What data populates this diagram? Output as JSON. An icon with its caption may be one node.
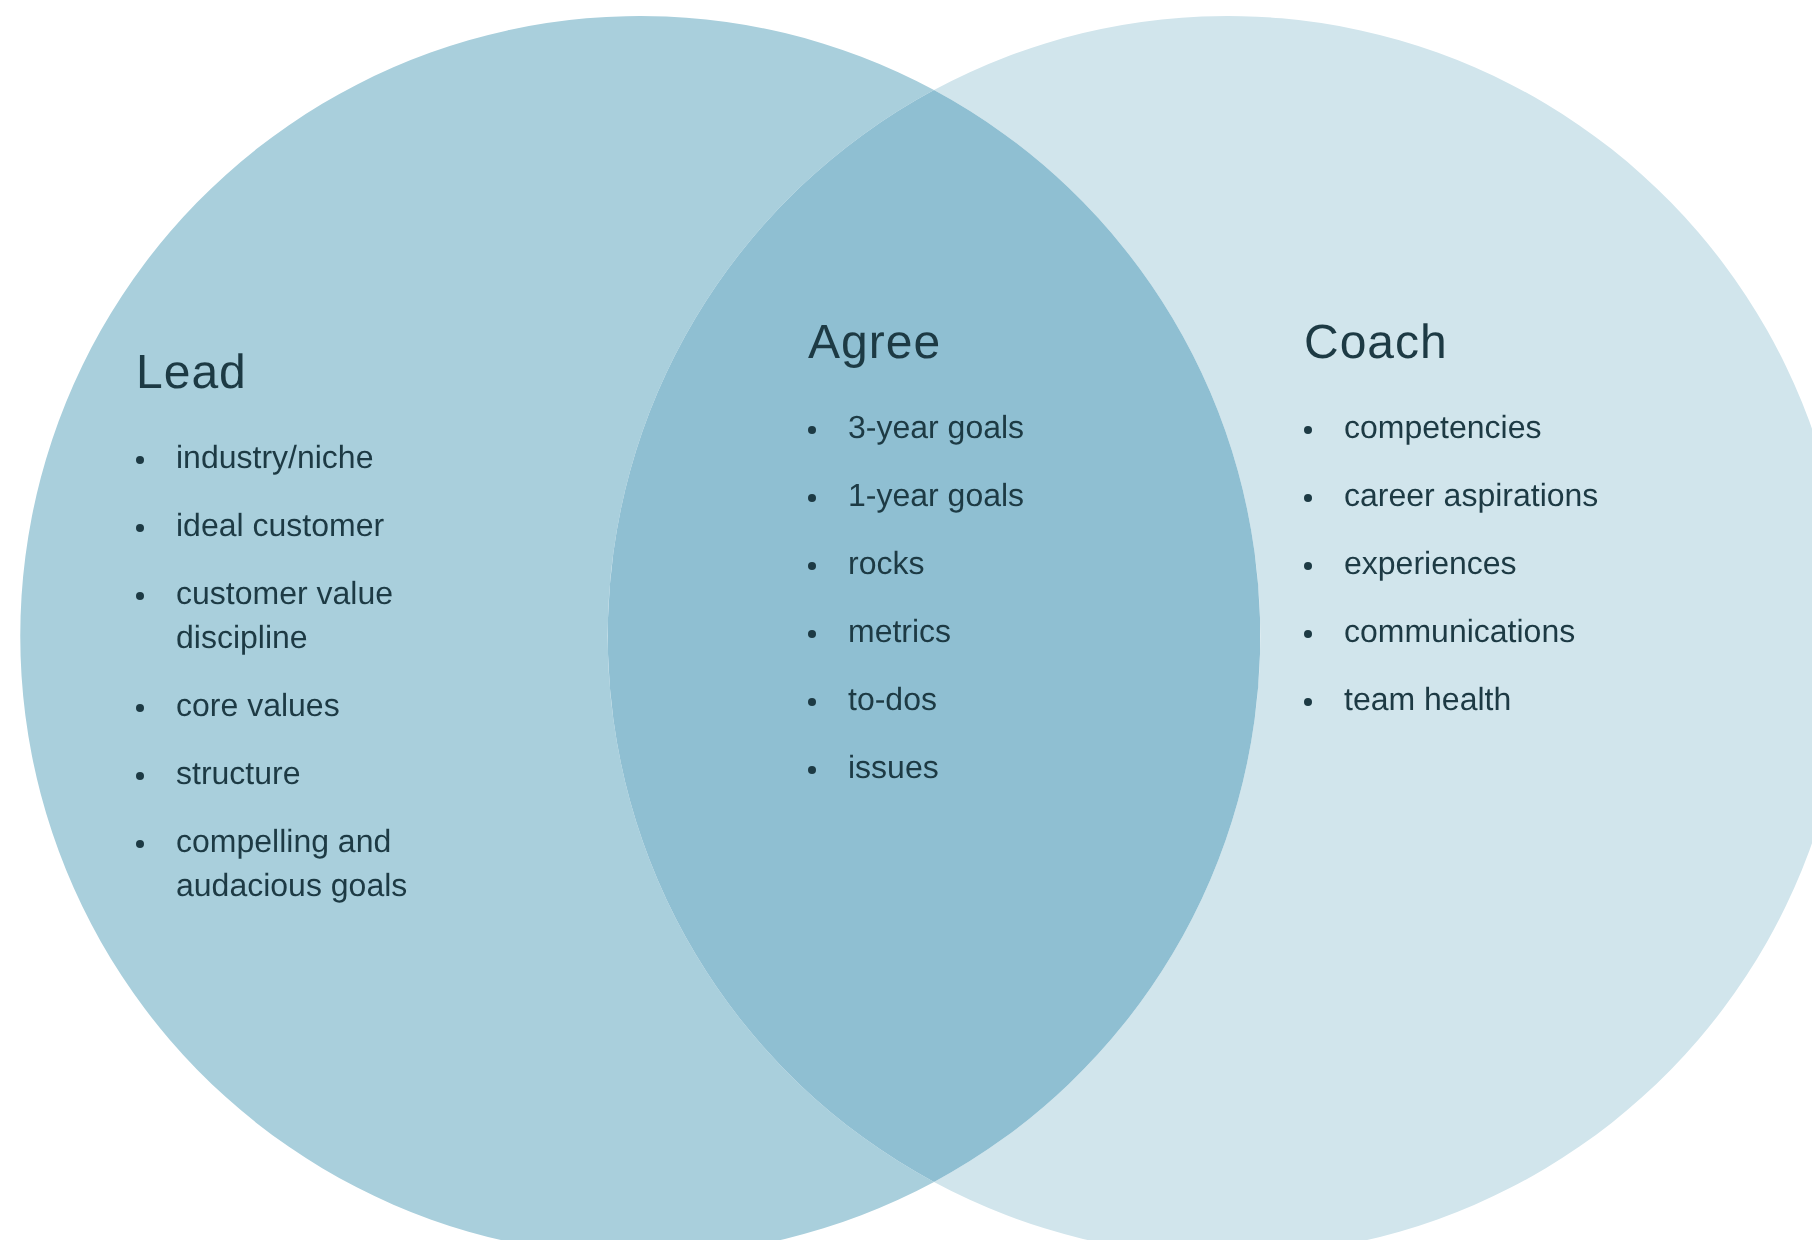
{
  "diagram": {
    "nodes": [
      {
        "text": [
          "Lead",
          "industry/niche",
          "ideal customer",
          "customer value discipline",
          "core values",
          "structure",
          "compelling and audacious goals"
        ]
      },
      {
        "text": [
          "Agree",
          "3-year goals",
          "1-year goals",
          "rocks",
          "metrics",
          "to-dos",
          "issues"
        ]
      },
      {
        "text": [
          "Coach",
          "competencies",
          "career aspirations",
          "experiences",
          "communications",
          "team health"
        ]
      }
    ]
  }
}
